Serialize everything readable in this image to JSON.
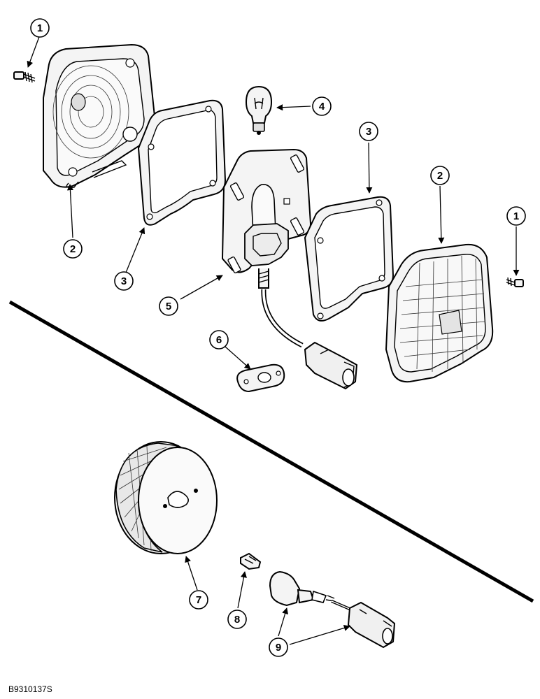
{
  "callouts": [
    {
      "id": "c1a",
      "label": "1"
    },
    {
      "id": "c2a",
      "label": "2"
    },
    {
      "id": "c3a",
      "label": "3"
    },
    {
      "id": "c4",
      "label": "4"
    },
    {
      "id": "c3b",
      "label": "3"
    },
    {
      "id": "c2b",
      "label": "2"
    },
    {
      "id": "c1b",
      "label": "1"
    },
    {
      "id": "c5",
      "label": "5"
    },
    {
      "id": "c6",
      "label": "6"
    },
    {
      "id": "c7",
      "label": "7"
    },
    {
      "id": "c8",
      "label": "8"
    },
    {
      "id": "c9",
      "label": "9"
    }
  ],
  "figure_code": "B9310137S"
}
